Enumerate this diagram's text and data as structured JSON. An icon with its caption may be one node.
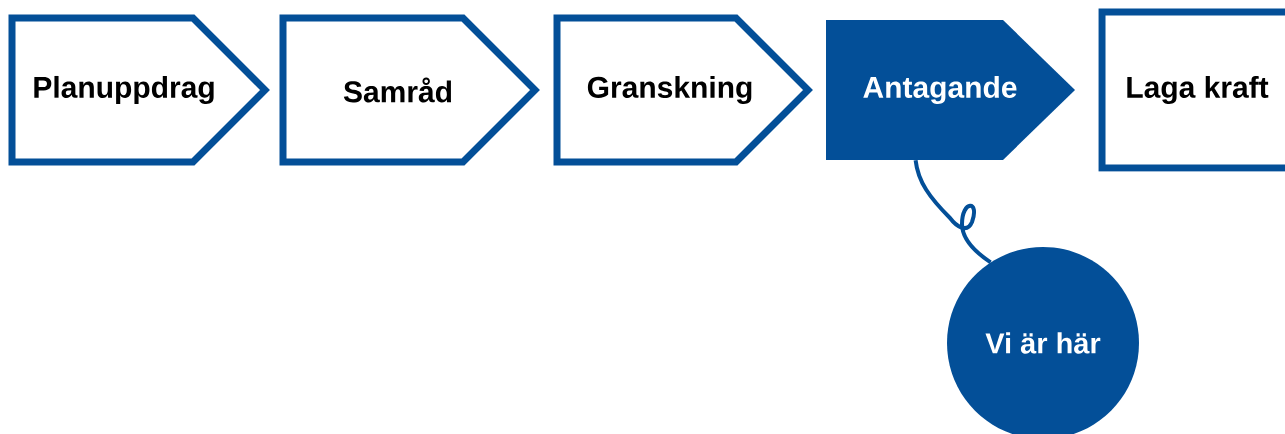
{
  "diagram": {
    "nodes": [
      {
        "text": [
          "Planuppdrag"
        ]
      },
      {
        "text": [
          "Samråd"
        ]
      },
      {
        "text": [
          "Granskning"
        ]
      },
      {
        "text": [
          "Antagande"
        ]
      },
      {
        "text": [
          "Laga kraft"
        ]
      },
      {
        "text": [
          "Vi är här"
        ]
      }
    ],
    "edges": [
      {
        "from": 5,
        "to": 3,
        "arrow": "none"
      }
    ]
  }
}
